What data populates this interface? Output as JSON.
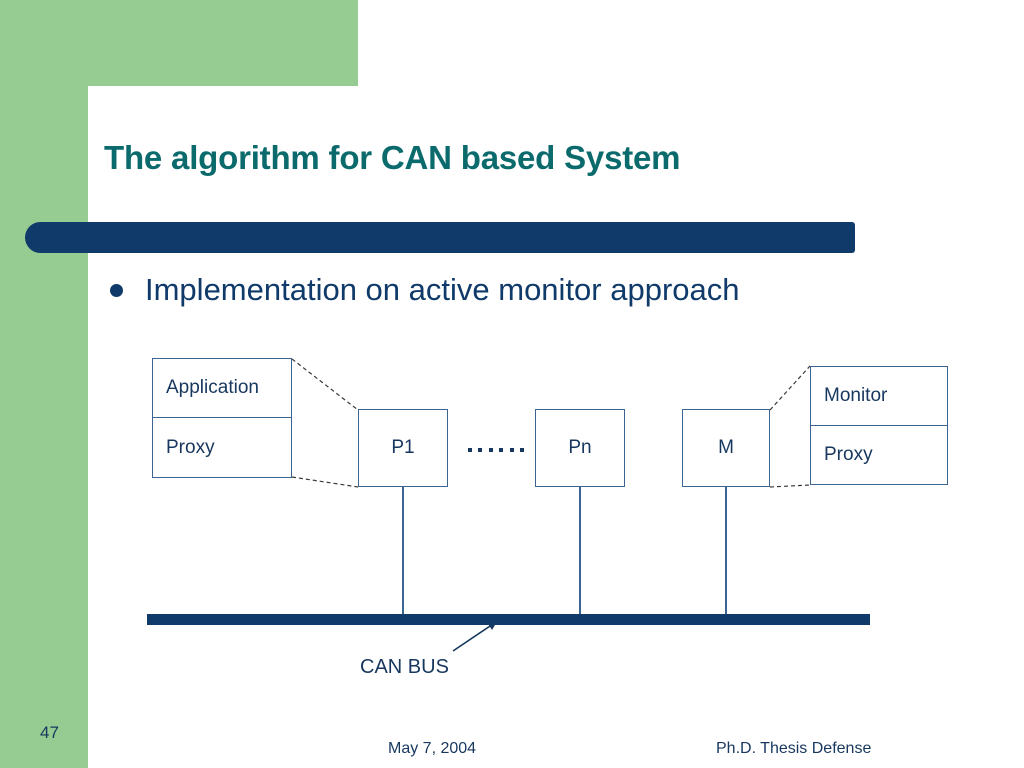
{
  "slide": {
    "title": "The algorithm for CAN based System",
    "bullets": [
      {
        "text": "Implementation on active monitor approach"
      }
    ]
  },
  "theme": {
    "accent_green": "#96cb92",
    "title_teal": "#0b6a6b",
    "navy": "#103a69",
    "node_stroke": "#3a6491",
    "node_text": "#17375e"
  },
  "diagram": {
    "type": "block-diagram",
    "left_stack": {
      "top_label": "Application",
      "bottom_label": "Proxy"
    },
    "right_stack": {
      "top_label": "Monitor",
      "bottom_label": "Proxy"
    },
    "nodes": [
      {
        "id": "p1",
        "label": "P1"
      },
      {
        "id": "pn",
        "label": "Pn"
      },
      {
        "id": "m",
        "label": "M"
      }
    ],
    "ellipsis": "……",
    "bus_label": "CAN BUS"
  },
  "footer": {
    "page_number": "47",
    "date": "May 7, 2004",
    "event": "Ph.D. Thesis Defense"
  }
}
